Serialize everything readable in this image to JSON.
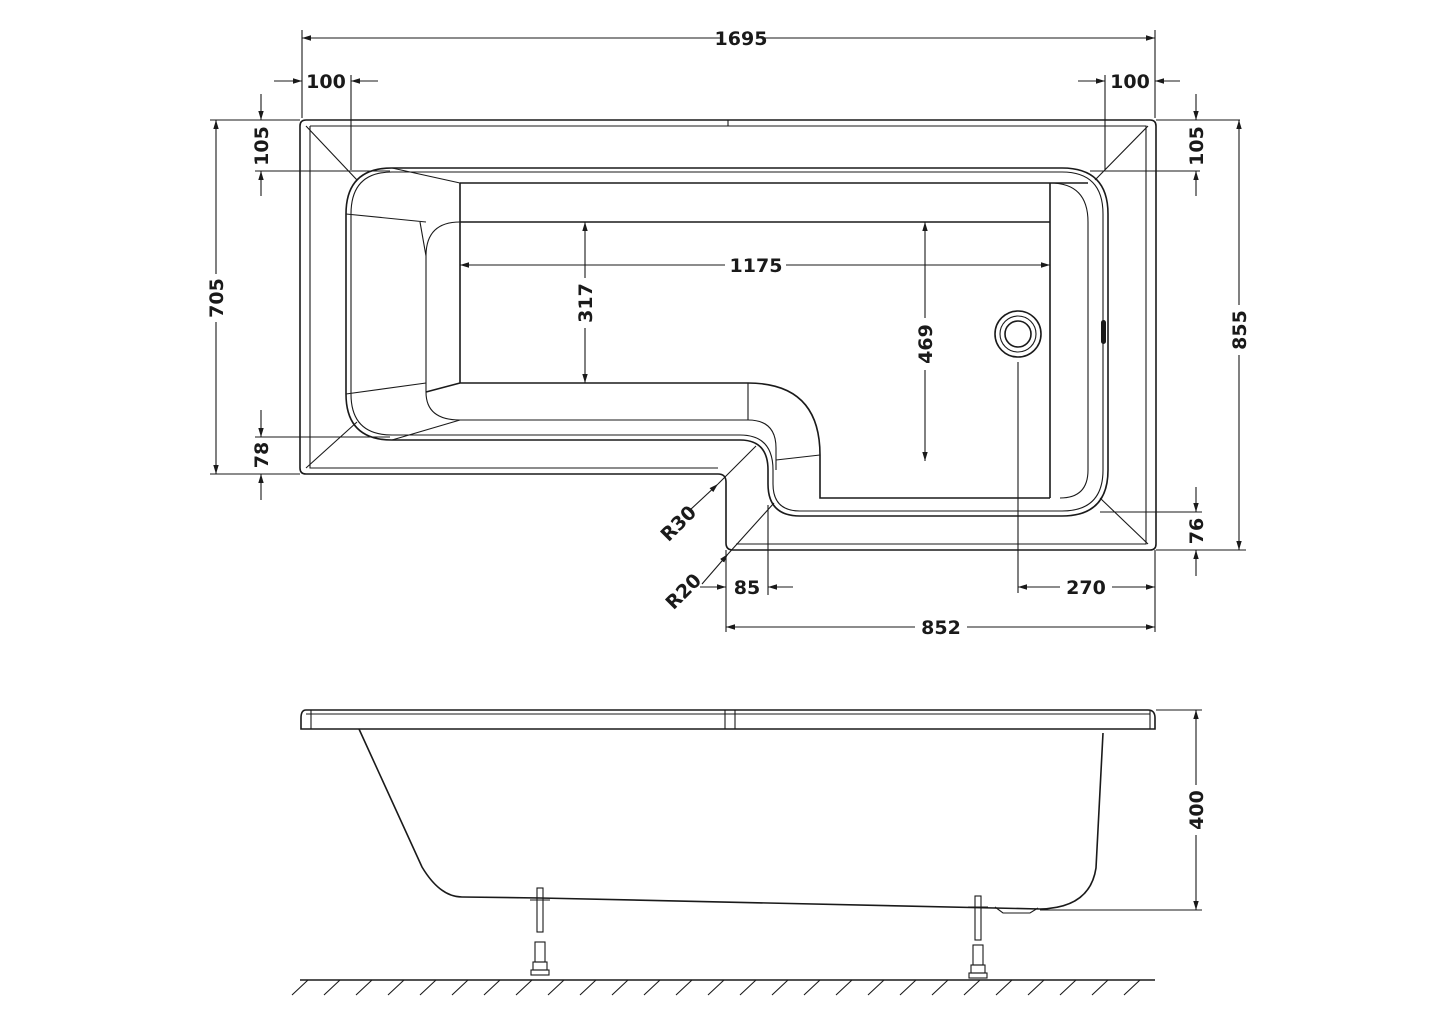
{
  "drawing": {
    "title": "L-shaped shower bath technical drawing",
    "views": [
      "plan-view",
      "side-elevation"
    ],
    "line_color": "#1a1a1a",
    "background": "#ffffff"
  },
  "plan_view": {
    "dimensions": {
      "overall_length": "1695",
      "left_rim_width": "100",
      "right_rim_width": "100",
      "left_top_rim_depth": "105",
      "right_top_rim_depth": "105",
      "overall_width_left": "705",
      "overall_width_right": "855",
      "bottom_left_rim": "78",
      "bottom_right_rim": "76",
      "inner_length": "1175",
      "narrow_inner_width": "317",
      "wide_inner_width": "469",
      "radius_outer": "R30",
      "radius_inner": "R20",
      "step_offset": "85",
      "waste_offset": "270",
      "extension_length": "852"
    }
  },
  "side_view": {
    "dimensions": {
      "height": "400"
    }
  }
}
